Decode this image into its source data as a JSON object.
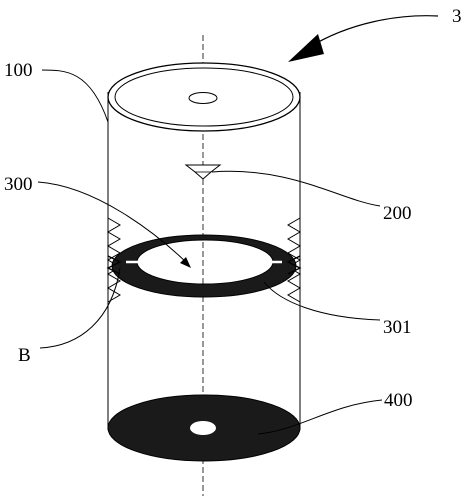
{
  "diagram": {
    "labels": {
      "assembly": "3",
      "cylinder": "100",
      "nozzle": "200",
      "ring": "300",
      "ring_edge": "301",
      "region": "B",
      "base_disc": "400"
    },
    "colors": {
      "line": "#000000",
      "fill_dark": "#1a1a1a",
      "background": "#ffffff"
    }
  }
}
